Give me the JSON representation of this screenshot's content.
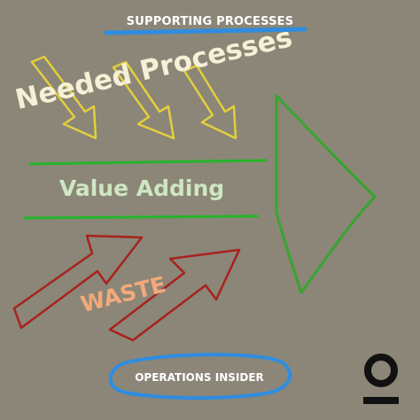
{
  "labels": {
    "supporting_processes": "SUPPORTING PROCESSES",
    "needed_processes": "Needed Processes",
    "value_adding": "Value Adding",
    "waste": "WASTE",
    "operations_insider": "OPERATIONS INSIDER"
  },
  "colors": {
    "background": "#8b8677",
    "supporting_underline": "#2e8de0",
    "yellow_arrows": "#e2cf3c",
    "green_lines": "#25b52a",
    "green_arrow": "#37a52f",
    "red_arrows": "#a8221d",
    "oval_outline": "#2e8de0",
    "logo": "#111111"
  },
  "icons": {
    "logo": "operations-insider-logo-icon"
  }
}
